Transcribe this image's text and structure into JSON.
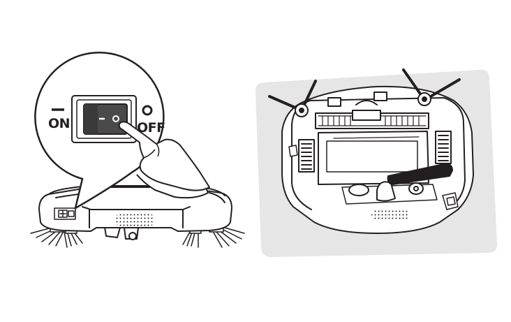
{
  "figure": {
    "labels": {
      "on": "ON",
      "off": "OFF"
    },
    "colors": {
      "line": "#231f20",
      "panel": "#e6e6e6",
      "switch_face": "#4a4a4a"
    },
    "icons": {
      "on_symbol": "bar-symbol",
      "off_symbol": "circle-symbol"
    }
  }
}
